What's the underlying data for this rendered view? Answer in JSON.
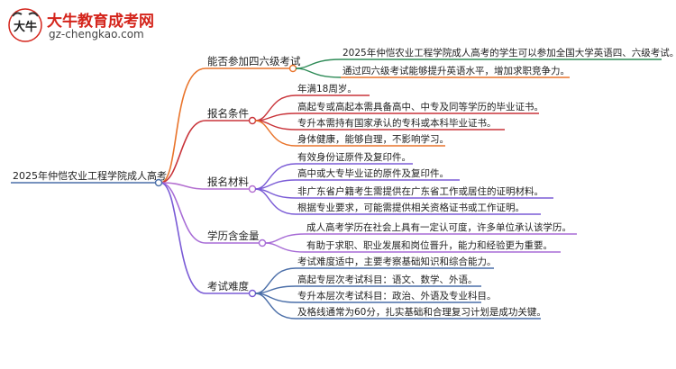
{
  "brand": {
    "logo_text": "大牛",
    "title": "大牛教育成考网",
    "url": "gz-chengkao.com"
  },
  "mindmap": {
    "root": "2025年仲恺农业工程学院成人高考",
    "branches": [
      {
        "label": "能否参加四六级考试",
        "color": "#e9742b",
        "leaves": [
          "2025年仲恺农业工程学院成人高考的学生可以参加全国大学英语四、六级考试。",
          "通过四六级考试能够提升英语水平，增加求职竞争力。"
        ]
      },
      {
        "label": "报名条件",
        "color": "#c9343a",
        "leaves": [
          "年满18周岁。",
          "高起专或高起本需具备高中、中专及同等学历的毕业证书。",
          "专升本需持有国家承认的专科或本科毕业证书。",
          "身体健康，能够自理，不影响学习。"
        ]
      },
      {
        "label": "报名材料",
        "color": "#b36fd0",
        "leaves": [
          "有效身份证原件及复印件。",
          "高中或大专毕业证的原件及复印件。",
          "非广东省户籍考生需提供在广东省工作或居住的证明材料。",
          "根据专业要求，可能需提供相关资格证书或工作证明。"
        ]
      },
      {
        "label": "学历含金量",
        "color": "#a76cd6",
        "leaves": [
          "成人高考学历在社会上具有一定认可度，许多单位承认该学历。",
          "有助于求职、职业发展和岗位晋升，能力和经验更为重要。"
        ]
      },
      {
        "label": "考试难度",
        "color": "#7a5bd6",
        "leaves": [
          "考试难度适中，主要考察基础知识和综合能力。",
          "高起专层次考试科目：语文、数学、外语。",
          "专升本层次考试科目：政治、外语及专业科目。",
          "及格线通常为60分，扎实基础和合理复习计划是成功关键。"
        ]
      }
    ]
  },
  "colors": {
    "root_line": "#4a6ea8",
    "b1_leaf": "#2e8b57",
    "b2_leaf": "#c9343a",
    "b3_leaf": "#7a5bd6",
    "b4_leaf": "#a76cd6",
    "b5_leaf": "#4a6ea8"
  }
}
